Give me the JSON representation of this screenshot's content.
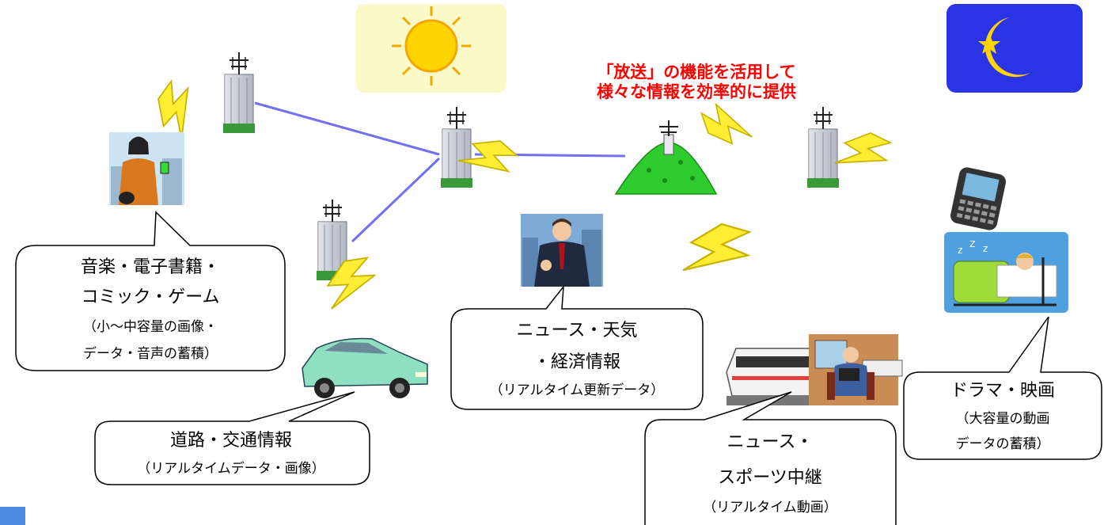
{
  "headline": {
    "line1": "「放送」の機能を活用して",
    "line2": "様々な情報を効率的に提供",
    "color": "#ff0000"
  },
  "callouts": {
    "music": {
      "line1": "音楽・電子書籍・",
      "line2": "コミック・ゲーム",
      "line3": "（小～中容量の画像・",
      "line4": "データ・音声の蓄積）"
    },
    "traffic": {
      "line1": "道路・交通情報",
      "line2": "（リアルタイムデータ・画像）"
    },
    "news_weather": {
      "line1": "ニュース・天気",
      "line2": "・経済情報",
      "line3": "（リアルタイム更新データ）"
    },
    "sports": {
      "line1": "ニュース・",
      "line2": "スポーツ中継",
      "line3": "（リアルタイム動画）"
    },
    "drama": {
      "line1": "ドラマ・映画",
      "line2": "（大容量の動画",
      "line3": "データの蓄積）"
    }
  },
  "colors": {
    "link_line": "#7070f0",
    "lightning": "#ffee33",
    "sun_panel": "#fafac8",
    "night_panel": "#2a33e6",
    "mountain": "#2ecc2e"
  },
  "icons": [
    "sun-icon",
    "moon-icon",
    "tower-icon",
    "mountain-tower-icon",
    "lightning-icon",
    "woman-phone-icon",
    "businessman-icon",
    "car-icon",
    "train-icon",
    "sleeping-person-icon",
    "pda-icon"
  ]
}
